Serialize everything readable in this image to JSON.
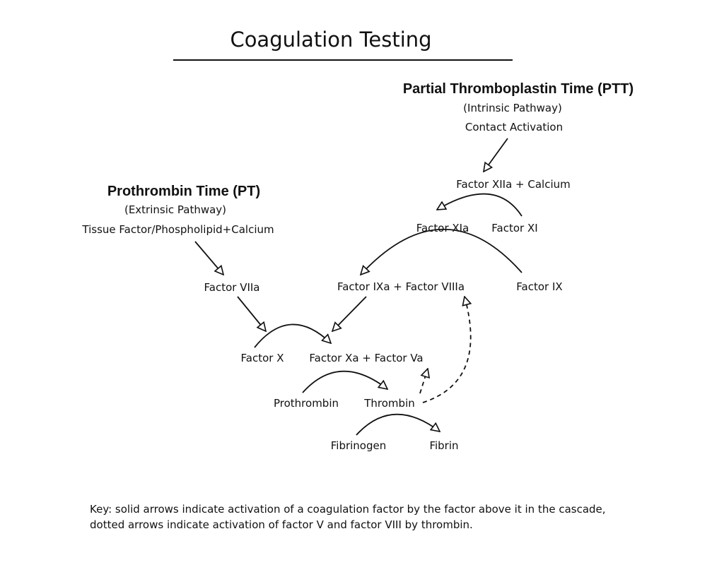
{
  "title": "Coagulation Testing",
  "ptt": {
    "heading": "Partial Thromboplastin Time (PTT)",
    "pathway": "(Intrinsic Pathway)",
    "start": "Contact Activation"
  },
  "pt": {
    "heading": "Prothrombin Time (PT)",
    "pathway": "(Extrinsic Pathway)",
    "start": "Tissue Factor/Phospholipid+Calcium"
  },
  "nodes": {
    "factor_xiia_calcium": "Factor XIIa + Calcium",
    "factor_xia": "Factor XIa",
    "factor_xi": "Factor XI",
    "factor_ixa_viiia": "Factor IXa + Factor VIIIa",
    "factor_ix": "Factor IX",
    "factor_viia": "Factor VIIa",
    "factor_x": "Factor X",
    "factor_xa_va": "Factor Xa + Factor Va",
    "prothrombin": "Prothrombin",
    "thrombin": "Thrombin",
    "fibrinogen": "Fibrinogen",
    "fibrin": "Fibrin"
  },
  "key": {
    "line1": "Key: solid arrows indicate activation of a coagulation factor by the factor above it in the cascade,",
    "line2": "dotted arrows indicate activation of factor V and factor VIII by thrombin."
  }
}
